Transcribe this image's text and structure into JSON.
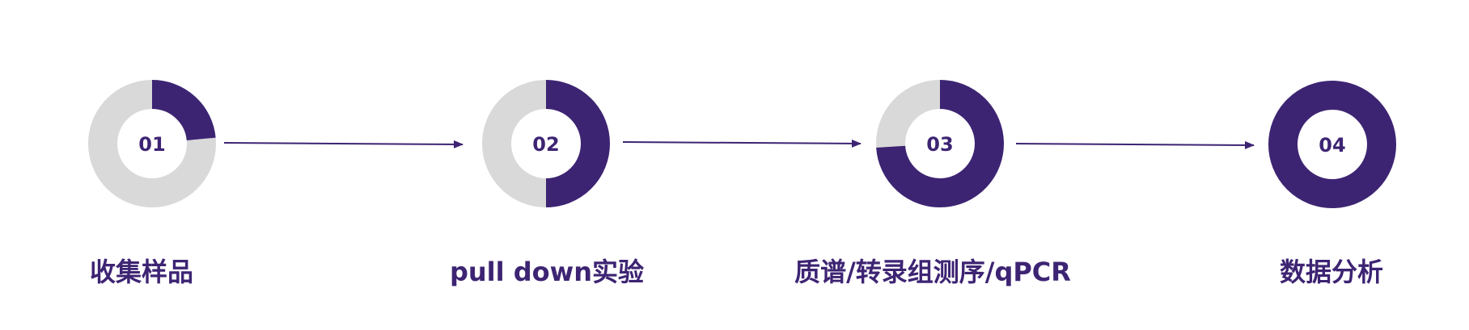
{
  "colors": {
    "accent": "#3d2473",
    "track": "#d9d9d9",
    "background": "#ffffff"
  },
  "steps": [
    {
      "number": "01",
      "label": "收集样品",
      "progress": 0.235
    },
    {
      "number": "02",
      "label": "pull down实验",
      "progress": 0.5
    },
    {
      "number": "03",
      "label": "质谱/转录组测序/qPCR",
      "progress": 0.74
    },
    {
      "number": "04",
      "label": "数据分析",
      "progress": 1.0
    }
  ]
}
